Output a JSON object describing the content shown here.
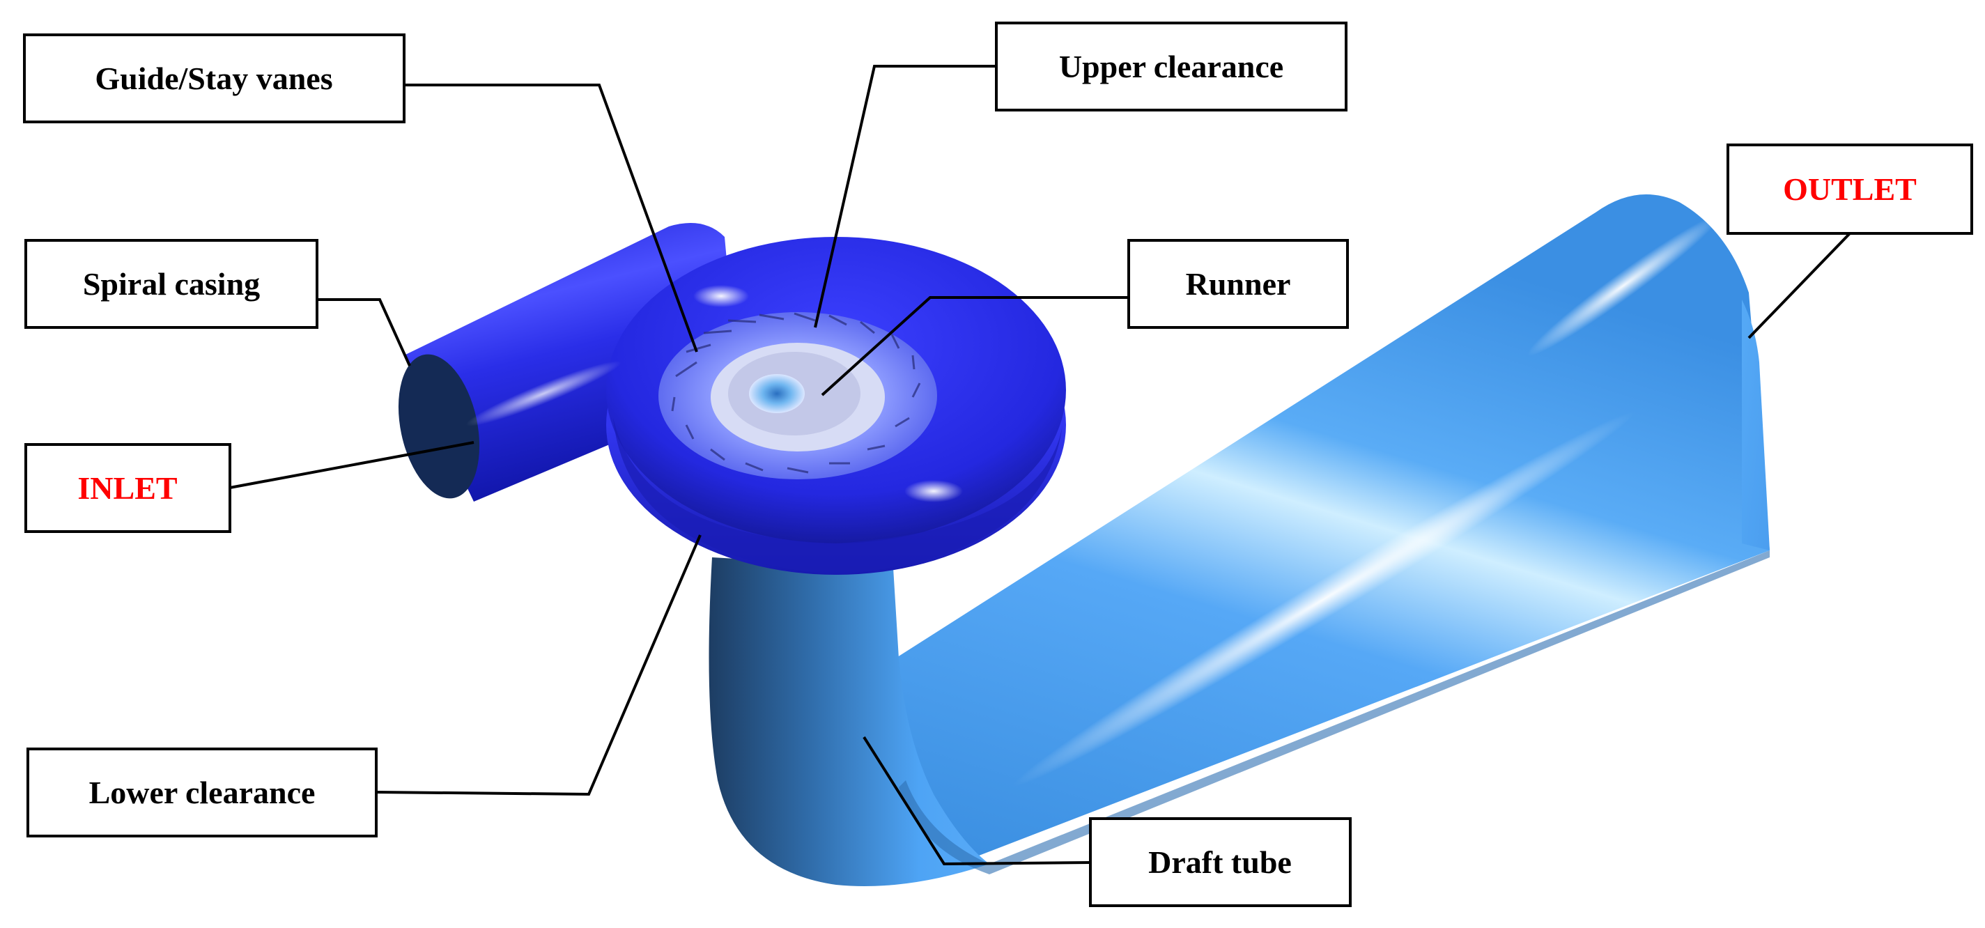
{
  "labels": {
    "guide_stay_vanes": "Guide/Stay vanes",
    "upper_clearance": "Upper clearance",
    "spiral_casing": "Spiral casing",
    "runner": "Runner",
    "inlet": "INLET",
    "outlet": "OUTLET",
    "lower_clearance": "Lower clearance",
    "draft_tube": "Draft tube"
  },
  "colors": {
    "spiral_casing": "#2a2ee8",
    "spiral_casing_dark": "#15187a",
    "draft_tube": "#4ea4f5",
    "draft_tube_dark": "#1c3f66",
    "boundary_label": "#ff0000",
    "label_text": "#000000",
    "box_border": "#000000"
  }
}
